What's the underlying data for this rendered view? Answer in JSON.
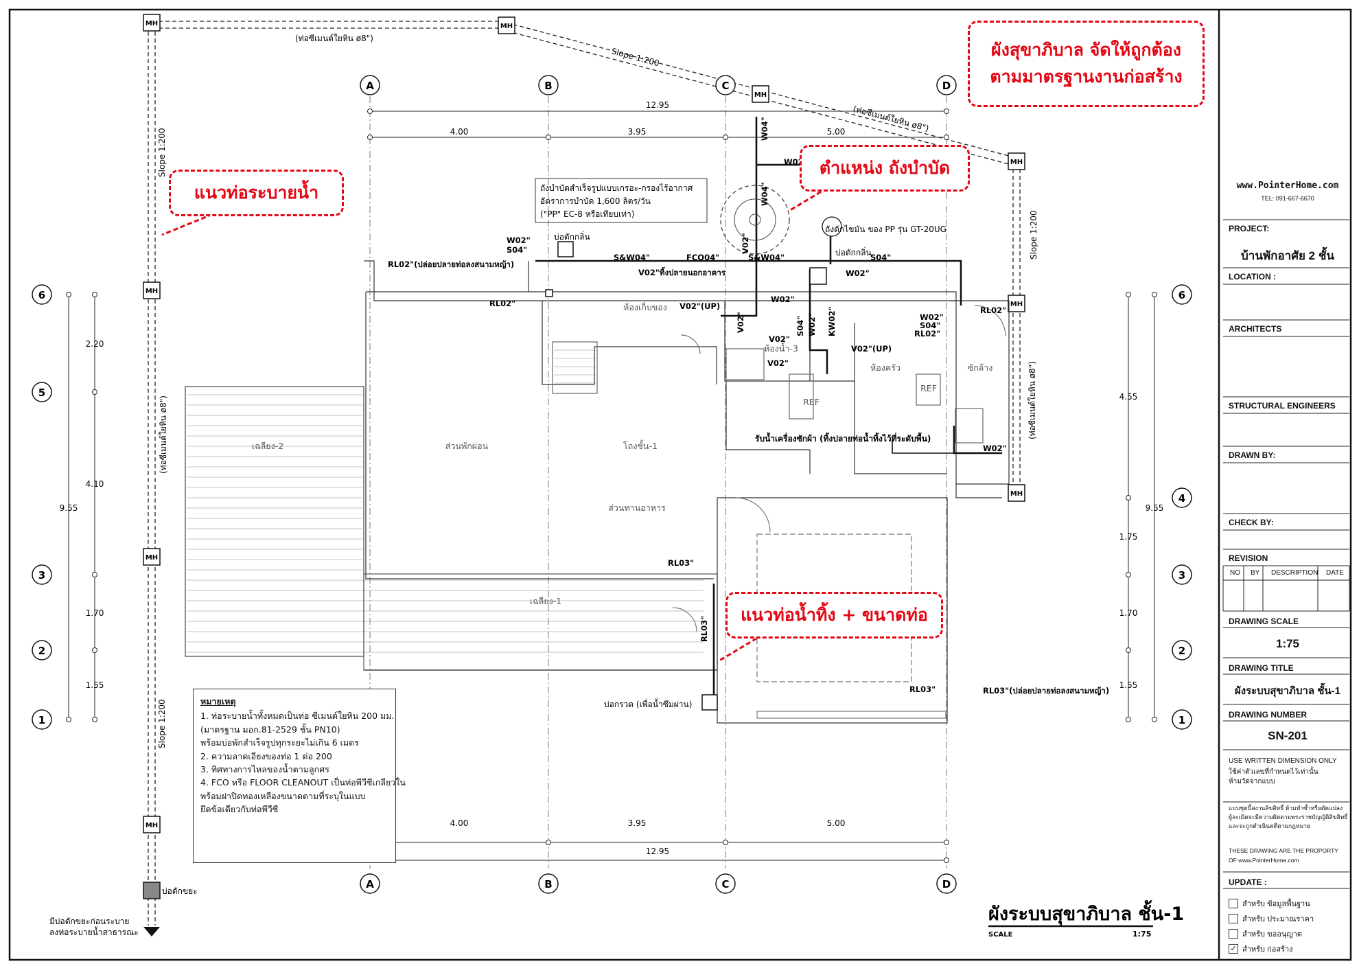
{
  "callouts": {
    "standard_line1": "ผังสุขาภิบาล จัดให้ถูกต้อง",
    "standard_line2": "ตามมาตรฐานงานก่อสร้าง",
    "drain_line": "แนวท่อระบายน้ำ",
    "tank_position": "ตำแหน่ง ถังบำบัด",
    "waste_pipe": "แนวท่อน้ำทิ้ง + ขนาดท่อ"
  },
  "grid": {
    "cols": [
      "A",
      "B",
      "C",
      "D"
    ],
    "rows": [
      "6",
      "5",
      "4",
      "3",
      "2",
      "1"
    ],
    "dims_top": [
      "4.00",
      "3.95",
      "5.00"
    ],
    "total_width": "12.95",
    "dims_left": [
      "2.20",
      "4.10",
      "1.70",
      "1.55"
    ],
    "total_left": "9.55",
    "dims_right": [
      "4.55",
      "1.75",
      "1.70",
      "1.55"
    ],
    "total_right": "9.55"
  },
  "pipes": {
    "mh": "MH",
    "cement_top": "(ท่อซีเมนต์ใยหิน ø8\")",
    "cement_diag": "(ท่อซีเมนต์ใยหิน ø8\")",
    "cement_left": "(ท่อซีเมนต์ใยหิน ø8\")",
    "cement_right": "(ท่อซีเมนต์ใยหิน ø8\")",
    "slope": "Slope 1:200",
    "w04": "W04\"",
    "w02": "W02\"",
    "s04": "S04\"",
    "sw04": "S&W04\"",
    "fco04": "FCO04\"",
    "v02": "V02\"",
    "v02up": "V02\"(UP)",
    "rl02": "RL02\"",
    "rl03": "RL03\"",
    "rl02_note": "RL02\"(ปล่อยปลายท่อลงสนามหญ้า)",
    "rl03_note": "RL03\"(ปล่อยปลายท่อลงสนามหญ้า)",
    "v02_outside": "V02\"ทิ้งปลายนอกอาคาร",
    "kw02": "KW02\""
  },
  "labels": {
    "tank_line1": "ถังบำบัดสำเร็จรูปแบบเกรอะ-กรองไร้อากาศ",
    "tank_line2": "อัตราการบำบัด 1,600 ลิตร/วัน",
    "tank_line3": "(\"PP\" EC-8 หรือเทียบเท่า)",
    "odor_pit": "บ่อดักกลิ่น",
    "grease_trap": "ถังดักไขมัน ของ PP รุ่น GT-20UG",
    "odor_pit2": "บ่อดักกลิ่น",
    "storage": "ห้องเก็บของ",
    "bath3": "ห้องน้ำ-3",
    "kitchen": "ห้องครัว",
    "wash": "ซักล้าง",
    "ref": "REF",
    "terrace2": "เฉลียง-2",
    "living": "ส่วนพักผ่อน",
    "hall": "โถงชั้น-1",
    "dining": "ส่วนทานอาหาร",
    "terrace1": "เฉลียง-1",
    "washer_note": "รับน้ำเครื่องซักผ้า (ทิ้งปลายท่อน้ำทิ้งไว้ที่ระดับพื้น)",
    "gravel_pit": "บ่อกรวด (เพื่อน้ำซึมผ่าน)",
    "garbage_pit": "บ่อดักขยะ",
    "garbage_note1": "มีบ่อดักขยะก่อนระบาย",
    "garbage_note2": "ลงท่อระบายน้ำสาธารณะ",
    "plan_title": "ผังระบบสุขาภิบาล   ชั้น-1",
    "scale_label": "SCALE",
    "scale_value": "1:75"
  },
  "notes": {
    "title": "หมายเหตุ",
    "lines": [
      "1. ท่อระบายน้ำทั้งหมดเป็นท่อ ซีเมนต์ใยหิน 200 มม.",
      "    (มาตรฐาน มอก.81-2529 ชั้น PN10)",
      "    พร้อมบ่อพักสำเร็จรูปทุกระยะไม่เกิน 6 เมตร",
      "2. ความลาดเอียงของท่อ 1 ต่อ 200",
      "3. ทิศทางการไหลของน้ำตามลูกศร",
      "4. FCO หรือ FLOOR CLEANOUT เป็นท่อพีวีซีเกลียวใน",
      "    พร้อมฝาปิดทองเหลืองขนาดตามที่ระบุในแบบ",
      "    ยึดข้อเดียวกับท่อพีวีซี"
    ]
  },
  "titleblock": {
    "website": "www.PointerHome.com",
    "tel": "TEL: 091-667-6670",
    "project_label": "PROJECT:",
    "project_value": "บ้านพักอาศัย 2 ชั้น",
    "location_label": "LOCATION :",
    "architects_label": "ARCHITECTS",
    "structural_label": "STRUCTURAL ENGINEERS",
    "drawn_label": "DRAWN BY:",
    "check_label": "CHECK BY:",
    "revision_label": "REVISION",
    "rev_cols": [
      "NO",
      "BY",
      "DESCRIPTION",
      "DATE"
    ],
    "scale_label": "DRAWING SCALE",
    "scale_value": "1:75",
    "title_label": "DRAWING TITLE",
    "title_value": "ผังระบบสุขาภิบาล  ชั้น-1",
    "number_label": "DRAWING NUMBER",
    "number_value": "SN-201",
    "written_en": "USE WRITTEN DIMENSION ONLY",
    "written_th1": "ใช้ค่าตัวเลขที่กำหนดไว้เท่านั้น",
    "written_th2": "ห้ามวัดจากแบบ",
    "copyright_th1": "แบบชุดนี้สงวนลิขสิทธิ์ ห้ามทำซ้ำหรือดัดแปลง",
    "copyright_th2": "ผู้ละเมิดจะมีความผิดตามพระราชบัญญัติลิขสิทธิ์",
    "copyright_th3": "และจะถูกดำเนินคดีตามกฎหมาย",
    "property1": "THESE DRAWING ARE THE PROPORTY",
    "property2": "OF www.PointerHome.com",
    "update_label": "UPDATE :",
    "updates": [
      "สำหรับ ข้อมูลพื้นฐาน",
      "สำหรับ ประมาณราคา",
      "สำหรับ ขออนุญาต",
      "สำหรับ ก่อสร้าง"
    ],
    "update_checked": [
      false,
      false,
      false,
      true
    ],
    "check_mark": "✓"
  },
  "colors": {
    "callout": "#e30613",
    "line": "#111111"
  }
}
